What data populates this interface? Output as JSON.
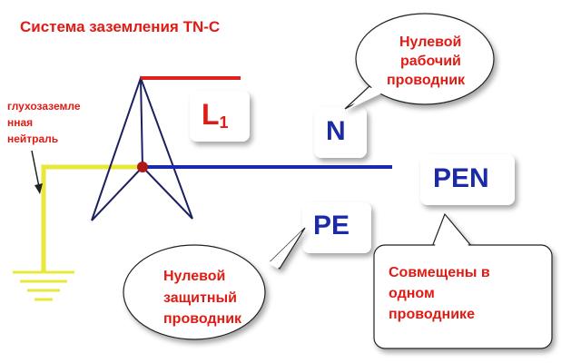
{
  "title": "Система заземления TN-C",
  "side_label": [
    "глухозаземле",
    "нная",
    "нейтраль"
  ],
  "labels": {
    "l1_main": "L",
    "l1_sub": "1",
    "n": "N",
    "pen": "PEN",
    "pe": "PE"
  },
  "callouts": {
    "neutral_working": [
      "Нулевой",
      "рабочий",
      "проводник"
    ],
    "neutral_protective": [
      "Нулевой",
      "защитный",
      "проводник"
    ],
    "combined": [
      "Совмещены в",
      "одном",
      "проводнике"
    ]
  },
  "colors": {
    "phase_line": "#e0201b",
    "neutral_line": "#1a2ab0",
    "ground_line": "#e8e83a",
    "winding": "#1c2060",
    "node": "#b01818",
    "text_red": "#e11b14",
    "text_blue": "#1a2aa8"
  }
}
